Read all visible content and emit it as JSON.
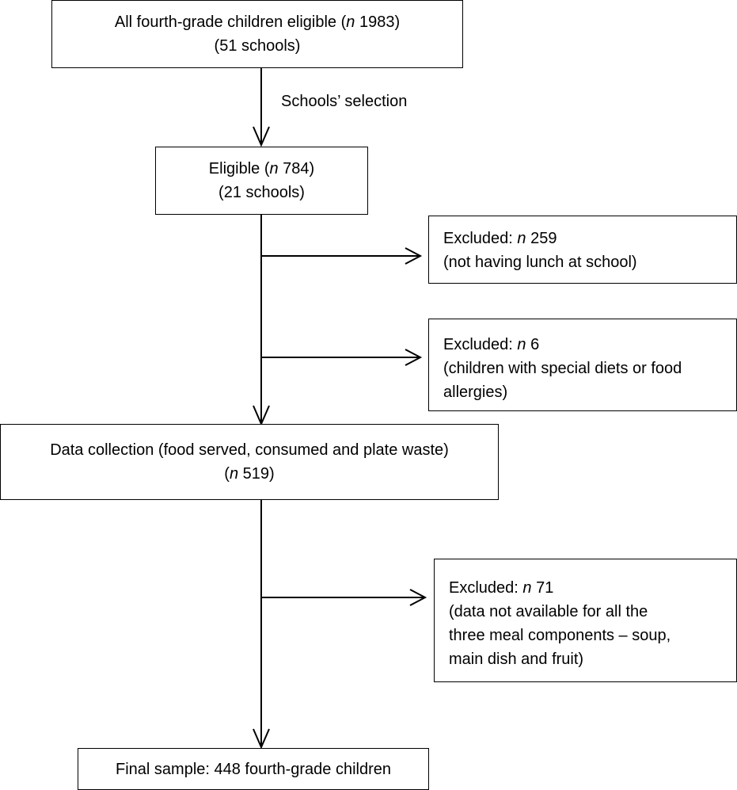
{
  "nodes": {
    "all_eligible": {
      "line1_prefix": "All fourth-grade children eligible (",
      "line1_n": "n",
      "line1_suffix": " 1983)",
      "line2": "(51 schools)"
    },
    "eligible": {
      "line1_prefix": "Eligible (",
      "line1_n": "n",
      "line1_suffix": " 784)",
      "line2": "(21 schools)"
    },
    "excluded_lunch": {
      "line1_prefix": "Excluded: ",
      "line1_n": "n",
      "line1_suffix": " 259",
      "line2": "(not having lunch at school)"
    },
    "excluded_diets": {
      "line1_prefix": "Excluded: ",
      "line1_n": "n",
      "line1_suffix": " 6",
      "line2": "(children with special diets or food",
      "line3": "allergies)"
    },
    "data_collection": {
      "line1": "Data collection (food served, consumed and plate waste)",
      "line2_prefix": "(",
      "line2_n": "n",
      "line2_suffix": " 519)"
    },
    "excluded_data": {
      "line1_prefix": "Excluded: ",
      "line1_n": "n",
      "line1_suffix": " 71",
      "line2": "(data not available for all the",
      "line3": "three meal components – soup,",
      "line4": "main dish and fruit)"
    },
    "final_sample": {
      "line1": "Final sample: 448 fourth-grade children"
    }
  },
  "edges": {
    "schools_selection_label": "Schools’ selection"
  },
  "colors": {
    "stroke": "#000000",
    "background": "#ffffff"
  }
}
